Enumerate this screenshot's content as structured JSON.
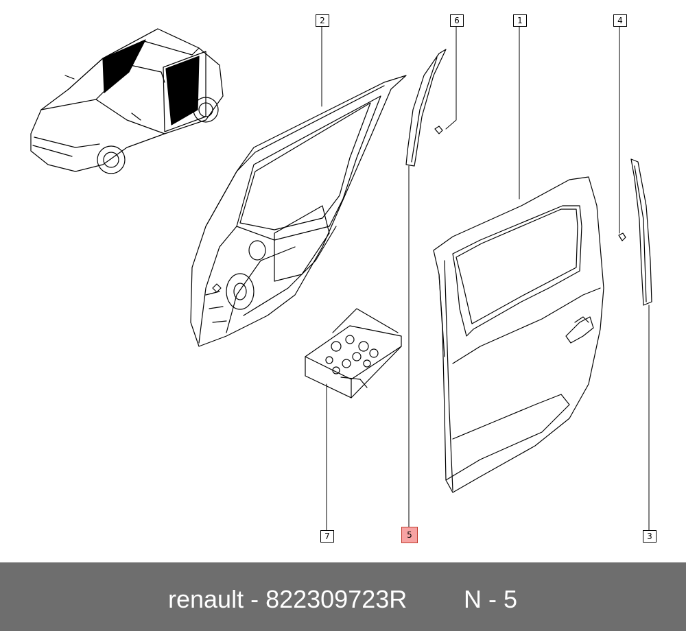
{
  "callouts": {
    "c1": "1",
    "c2": "2",
    "c3": "3",
    "c4": "4",
    "c5": "5",
    "c6": "6",
    "c7": "7"
  },
  "highlighted_callout": "5",
  "footer": {
    "part_ref": "renault - 822309723R",
    "position": "N - 5"
  },
  "colors": {
    "footer_bg": "#6e6e6e",
    "highlight": "#f7a3a3",
    "line": "#000000"
  }
}
